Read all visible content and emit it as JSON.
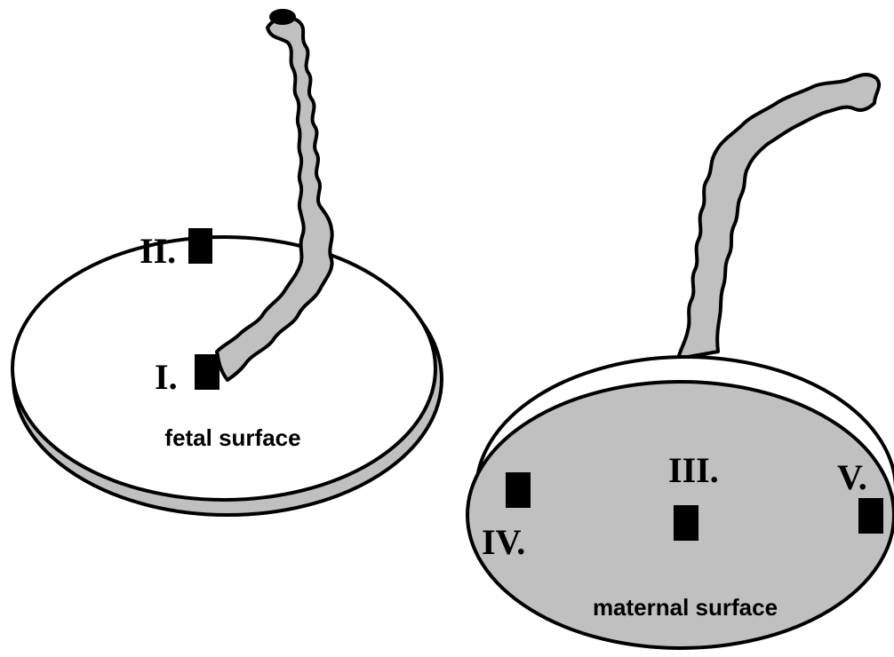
{
  "colors": {
    "outline": "#000000",
    "gray_fill": "#c0c0c0",
    "white_fill": "#ffffff",
    "sample_block": "#000000"
  },
  "fetal_disc": {
    "label": "fetal surface",
    "samples": [
      {
        "id": "I",
        "label": "I."
      },
      {
        "id": "II",
        "label": "II."
      }
    ]
  },
  "maternal_disc": {
    "label": "maternal surface",
    "samples": [
      {
        "id": "III",
        "label": "III."
      },
      {
        "id": "IV",
        "label": "IV."
      },
      {
        "id": "V",
        "label": "V."
      }
    ]
  }
}
